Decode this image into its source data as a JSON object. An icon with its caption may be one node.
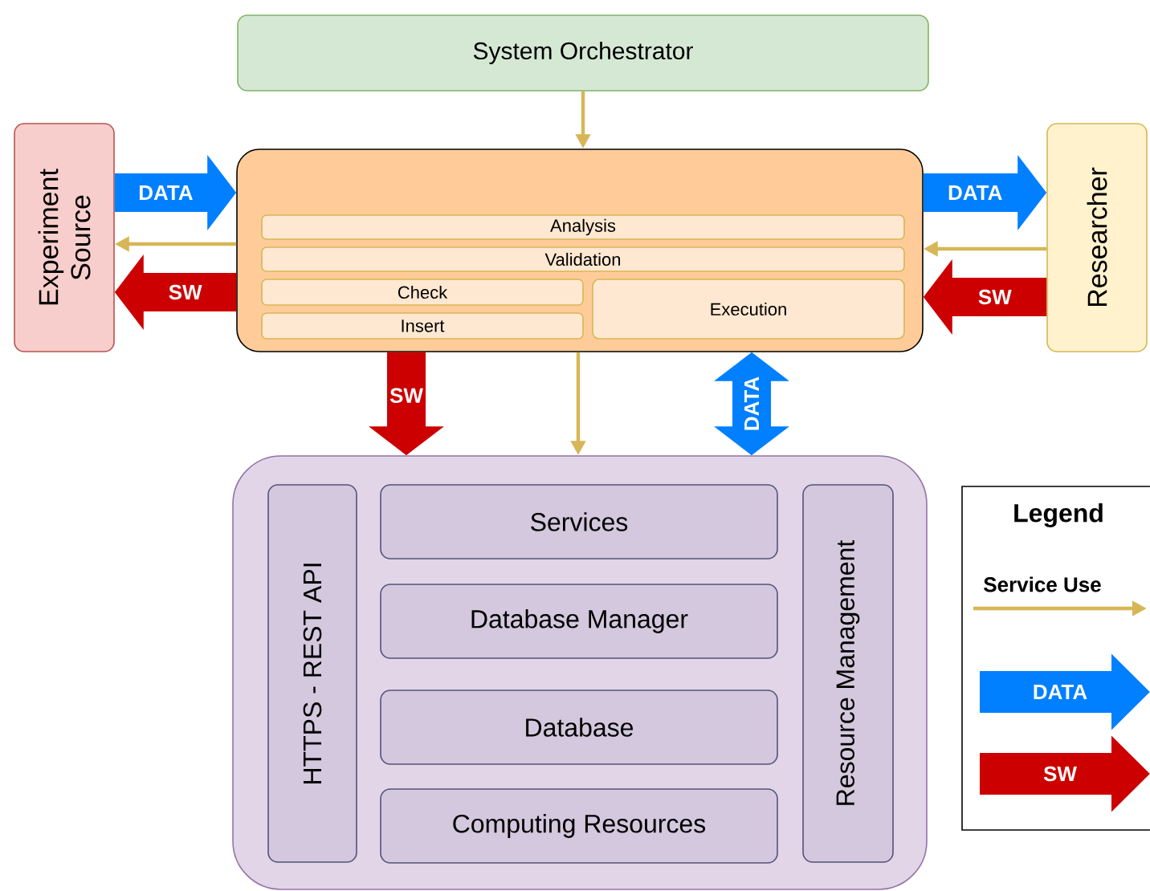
{
  "diagram": {
    "nodes": [
      {
        "text": [
          "System Orchestrator"
        ]
      },
      {
        "text": [
          "Experiment Source"
        ]
      },
      {
        "text": [],
        "shape": "box"
      },
      {
        "text": [
          "Analysis"
        ],
        "in": 2
      },
      {
        "text": [
          "Validation"
        ],
        "in": 2
      },
      {
        "text": [
          "Check"
        ],
        "in": 2
      },
      {
        "text": [
          "Insert"
        ],
        "in": 2
      },
      {
        "text": [
          "Execution"
        ],
        "in": 2
      },
      {
        "text": [
          "Researcher"
        ]
      },
      {
        "text": [],
        "shape": "box"
      },
      {
        "text": [
          "HTTPS - REST API"
        ],
        "in": 9
      },
      {
        "text": [
          "Services"
        ],
        "in": 9
      },
      {
        "text": [
          "Database Manager"
        ],
        "in": 9
      },
      {
        "text": [
          "Database"
        ],
        "in": 9
      },
      {
        "text": [
          "Computing Resources"
        ],
        "in": 9
      },
      {
        "text": [
          "Resource Management"
        ],
        "in": 9
      }
    ],
    "edges": [
      {
        "from": 0,
        "to": 2,
        "arrow": "to"
      },
      {
        "from": 1,
        "to": 2,
        "arrow": "to",
        "label": "DATA",
        "color": "#007fff"
      },
      {
        "from": 2,
        "to": 1,
        "arrow": "to"
      },
      {
        "from": 2,
        "to": 1,
        "arrow": "to",
        "label": "SW",
        "color": "#cc0000"
      },
      {
        "from": 2,
        "to": 8,
        "arrow": "to",
        "label": "DATA",
        "color": "#007fff"
      },
      {
        "from": 8,
        "to": 2,
        "arrow": "to"
      },
      {
        "from": 8,
        "to": 2,
        "arrow": "to",
        "label": "SW",
        "color": "#cc0000"
      },
      {
        "from": 2,
        "to": 9,
        "arrow": "to",
        "label": "SW",
        "color": "#cc0000"
      },
      {
        "from": 2,
        "to": 9,
        "arrow": "to"
      },
      {
        "from": 2,
        "to": 9,
        "arrow": "both",
        "label": "DATA",
        "color": "#007fff"
      }
    ],
    "labels": [
      "Legend"
    ],
    "legend": [
      {
        "text": "Service Use"
      },
      {
        "text": "DATA"
      },
      {
        "text": "SW"
      }
    ]
  }
}
